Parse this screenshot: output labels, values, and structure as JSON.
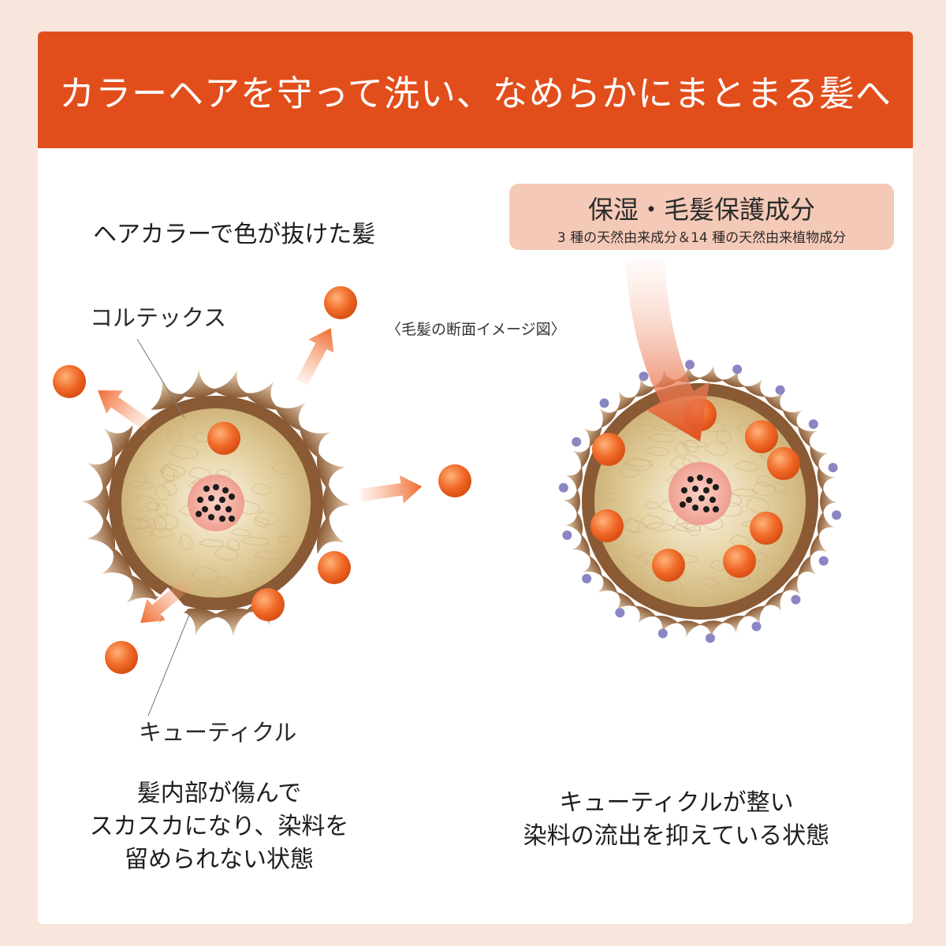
{
  "banner": {
    "title": "カラーヘアを守って洗い、なめらかにまとまる髪へ",
    "color": "#e24e1b"
  },
  "ingredient_box": {
    "title": "保湿・毛髪保護成分",
    "subtitle": "3 種の天然由来成分＆14 種の天然由来植物成分",
    "color": "#f5c9b7"
  },
  "left_panel": {
    "heading": "ヘアカラーで色が抜けた髪",
    "cortex_label": "コルテックス",
    "cuticle_label": "キューティクル",
    "description_lines": [
      "髪内部が傷んで",
      "スカスカになり、染料を",
      "留められない状態"
    ]
  },
  "center_caption": "〈毛髪の断面イメージ図〉",
  "right_panel": {
    "description_lines": [
      "キューティクルが整い",
      "染料の流出を抑えている状態"
    ]
  },
  "colors": {
    "dye": "#f06a28",
    "cuticle": "#8a5a35",
    "cortex": "#d9c28b",
    "medulla": "#f2a79a",
    "protect_dot": "#8a86c2"
  }
}
